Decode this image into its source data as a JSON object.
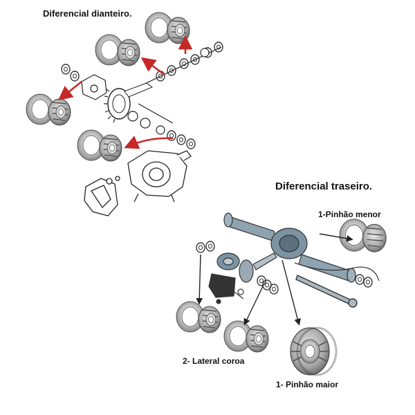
{
  "front": {
    "title": "Diferencial dianteiro."
  },
  "rear": {
    "title": "Diferencial traseiro.",
    "labels": {
      "pinhao_menor": "1-Pinhão menor",
      "lateral_coroa": "2- Lateral coroa",
      "pinhao_maior": "1- Pinhão maior"
    }
  },
  "colors": {
    "front_arrows": "#c62828",
    "rear_arrows": "#222222",
    "bearing_metal": "#b8b8b8"
  },
  "icons": [
    "bearing-icon",
    "differential-housing-icon",
    "axle-shaft-icon",
    "gear-icon"
  ]
}
